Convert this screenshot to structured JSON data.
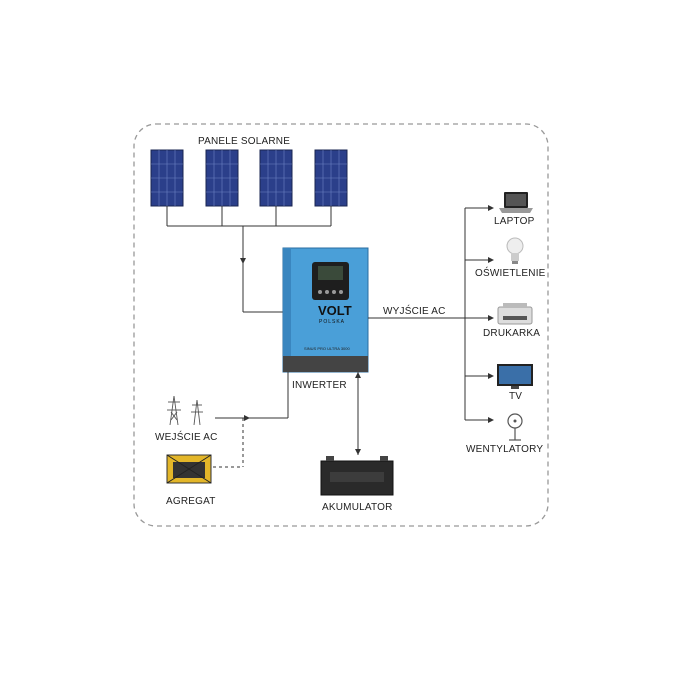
{
  "labels": {
    "panels": "PANELE SOLARNE",
    "inverter": "INWERTER",
    "ac_out": "WYJŚCIE AC",
    "ac_in": "WEJŚCIE AC",
    "generator": "AGREGAT",
    "battery": "AKUMULATOR"
  },
  "devices": [
    {
      "label": "LAPTOP",
      "icon": "laptop-icon"
    },
    {
      "label": "OŚWIETLENIE",
      "icon": "light-bulb-icon"
    },
    {
      "label": "DRUKARKA",
      "icon": "printer-icon"
    },
    {
      "label": "TV",
      "icon": "tv-icon"
    },
    {
      "label": "WENTYLATORY",
      "icon": "fan-icon"
    }
  ],
  "inverter_unit": {
    "brand": "VOLT",
    "sub": "POLSKA",
    "model": "SINUS PRO ULTRA 3000"
  },
  "colors": {
    "inverter_blue": "#4a9fd8",
    "panel_blue": "#2b3f8a",
    "line": "#333333"
  }
}
